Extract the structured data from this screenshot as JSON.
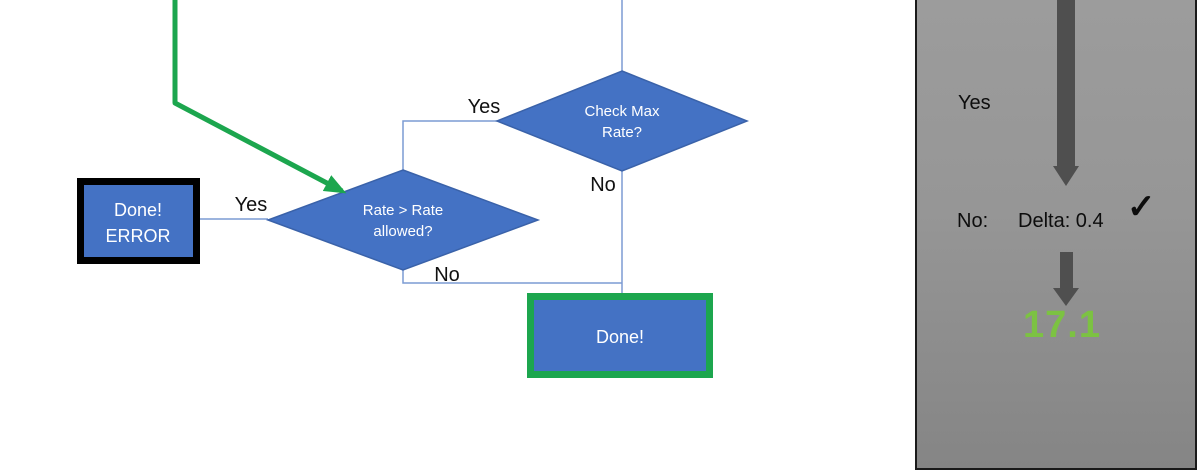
{
  "flowchart": {
    "diamond_check_max": {
      "line1": "Check Max",
      "line2": "Rate?"
    },
    "diamond_rate_allowed": {
      "line1": "Rate > Rate",
      "line2": "allowed?"
    },
    "box_done_error": {
      "line1": "Done!",
      "line2": "ERROR"
    },
    "box_done": {
      "label": "Done!"
    },
    "labels": {
      "check_max_yes": "Yes",
      "check_max_no": "No",
      "rate_yes": "Yes",
      "rate_no": "No"
    },
    "colors": {
      "shape_fill": "#4472C4",
      "shape_border": "#3A62A9",
      "connector": "#7C9BD3",
      "green_accent": "#1CA64E",
      "error_border": "#000000"
    }
  },
  "side_panel": {
    "yes_label": "Yes",
    "no_label": "No:",
    "delta_label": "Delta: 0.4",
    "check_icon": "✓",
    "result_value": "17.1",
    "colors": {
      "result_green": "#7CC242",
      "arrow_gray": "#4F4F4F",
      "panel_gray_top": "#9C9C9C",
      "panel_gray_bottom": "#858585"
    }
  }
}
